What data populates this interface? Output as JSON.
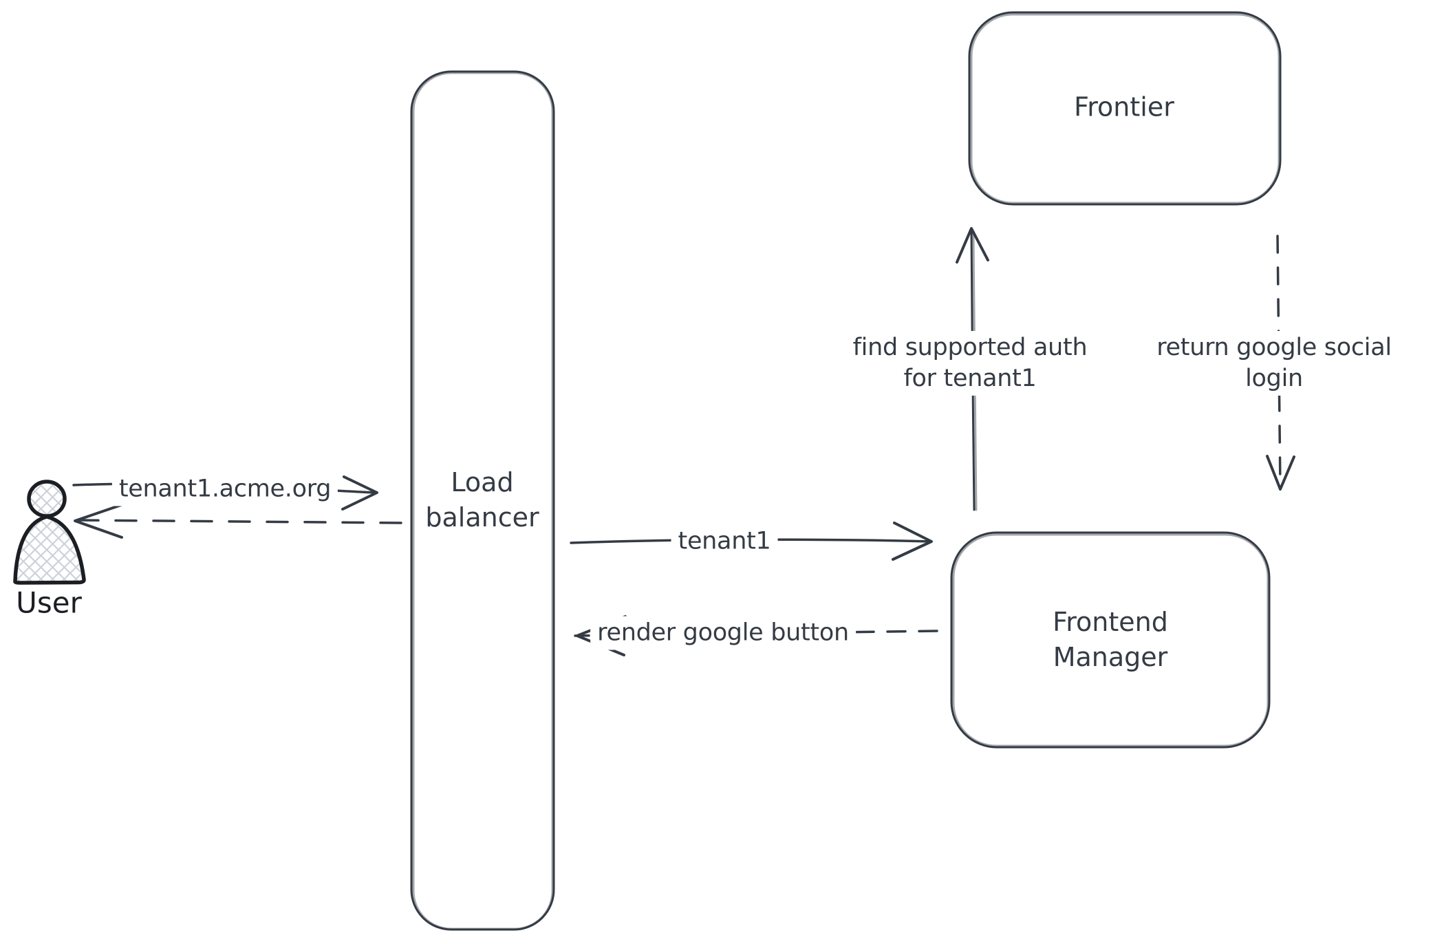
{
  "diagram": {
    "background_color": "#ffffff",
    "ink_color": "#343b44",
    "user_icon_color": "#1b1e23",
    "hatch_fill_color": "#ccd2da",
    "nodes": {
      "user": {
        "label": "User"
      },
      "load_balancer": {
        "line1": "Load",
        "line2": "balancer"
      },
      "frontier": {
        "label": "Frontier"
      },
      "frontend_manager": {
        "line1": "Frontend",
        "line2": "Manager"
      }
    },
    "edges": {
      "user_to_load_balancer": {
        "label": "tenant1.acme.org",
        "style": "solid, arrow right"
      },
      "load_balancer_to_user": {
        "style": "dashed, arrow left"
      },
      "load_balancer_to_frontend_manager": {
        "label": "tenant1",
        "style": "solid, arrow right"
      },
      "frontend_manager_to_load_balancer": {
        "label": "render google button",
        "style": "dashed, arrow left"
      },
      "frontend_manager_to_frontier": {
        "line1": "find supported auth",
        "line2": "for tenant1",
        "style": "solid, arrow up"
      },
      "frontier_to_frontend_manager": {
        "line1": "return google social",
        "line2": "login",
        "style": "dashed, arrow down"
      }
    }
  }
}
